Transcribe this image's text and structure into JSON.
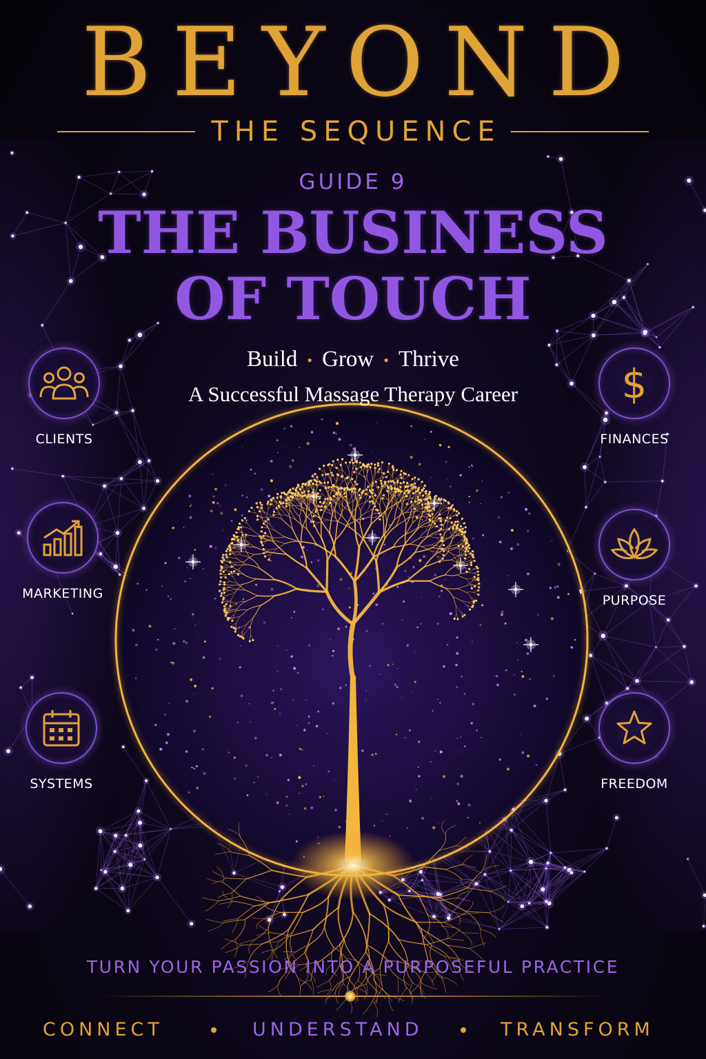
{
  "header": {
    "series_title": "BEYOND",
    "series_subtitle": "THE SEQUENCE"
  },
  "guide": {
    "number_label": "GUIDE 9",
    "title_line1": "THE BUSINESS",
    "title_line2": "OF TOUCH"
  },
  "tagline": {
    "words": [
      "Build",
      "Grow",
      "Thrive"
    ],
    "separator": "•",
    "line2": "A Successful Massage Therapy Career"
  },
  "pillars": {
    "left": [
      {
        "label": "CLIENTS",
        "icon": "people-icon"
      },
      {
        "label": "MARKETING",
        "icon": "growth-chart-icon"
      },
      {
        "label": "SYSTEMS",
        "icon": "calendar-icon"
      }
    ],
    "right": [
      {
        "label": "FINANCES",
        "icon": "dollar-icon"
      },
      {
        "label": "PURPOSE",
        "icon": "lotus-icon"
      },
      {
        "label": "FREEDOM",
        "icon": "star-icon"
      }
    ]
  },
  "motto": "TURN YOUR PASSION INTO A PURPOSEFUL PRACTICE",
  "footer": {
    "words": [
      "CONNECT",
      "UNDERSTAND",
      "TRANSFORM"
    ],
    "separator": "•"
  },
  "colors": {
    "gold": "#e0a336",
    "purple": "#9058e2",
    "background": "#0b0616",
    "tree": "#f2b640"
  }
}
